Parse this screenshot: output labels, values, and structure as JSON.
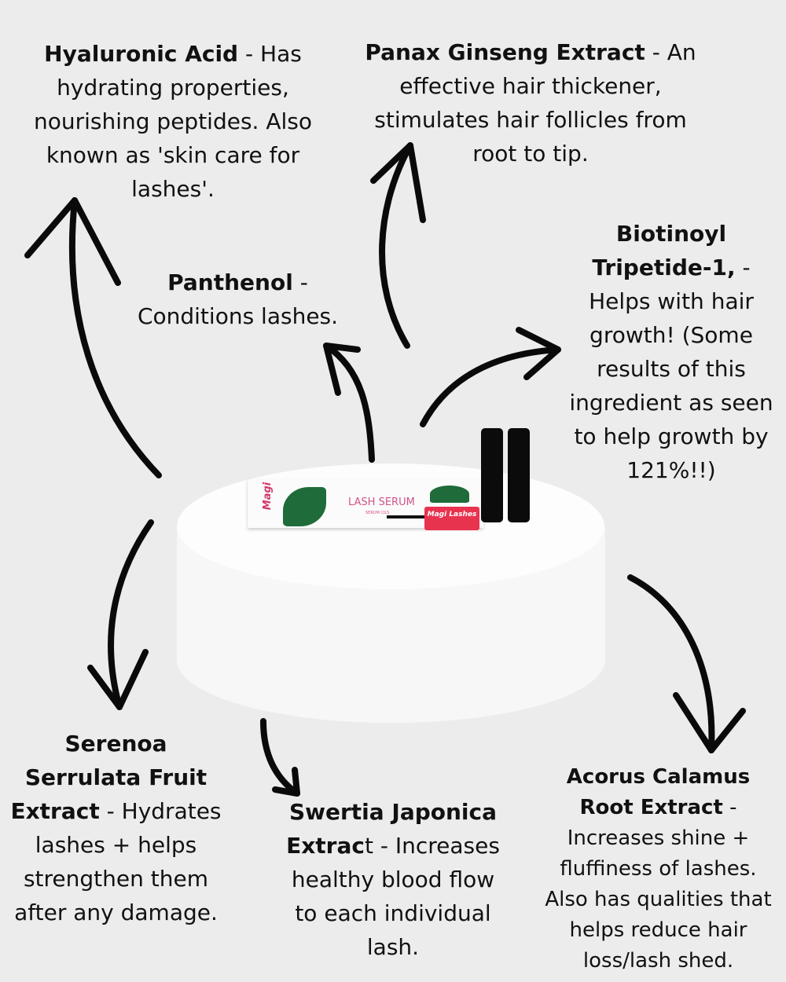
{
  "ingredients": {
    "hyaluronic": {
      "name": "Hyaluronic Acid",
      "desc": " - Has hydrating properties, nourishing peptides. Also known as 'skin care for lashes'."
    },
    "panax": {
      "name": "Panax Ginseng Extract",
      "desc": " - An effective hair thickener, stimulates hair follicles from root to tip."
    },
    "biotinoyl": {
      "name": "Biotinoyl Tripetide-1,",
      "desc": " - Helps with hair growth! (Some results of this ingredient as seen to help growth by 121%!!)"
    },
    "panthenol": {
      "name": "Panthenol",
      "desc": " - Conditions lashes."
    },
    "serenoa": {
      "name": "Serenoa Serrulata Fruit Extract",
      "desc": " - Hydrates lashes + helps strengthen them after any damage."
    },
    "swertia": {
      "name": "Swertia Japonica Extrac",
      "desc": "t - Increases healthy blood flow to each individual lash."
    },
    "acorus": {
      "name": "Acorus Calamus Root Extract",
      "desc": " - Increases shine + fluffiness of lashes. Also has qualities that helps reduce hair loss/lash shed."
    }
  },
  "product": {
    "box_label": "LASH SERUM",
    "box_sub": "SERUM CILS",
    "brand": "Magi Lashes",
    "colors": {
      "cap": "#e8334f",
      "label": "#d2528a",
      "leaf": "#1f6b3a"
    }
  }
}
